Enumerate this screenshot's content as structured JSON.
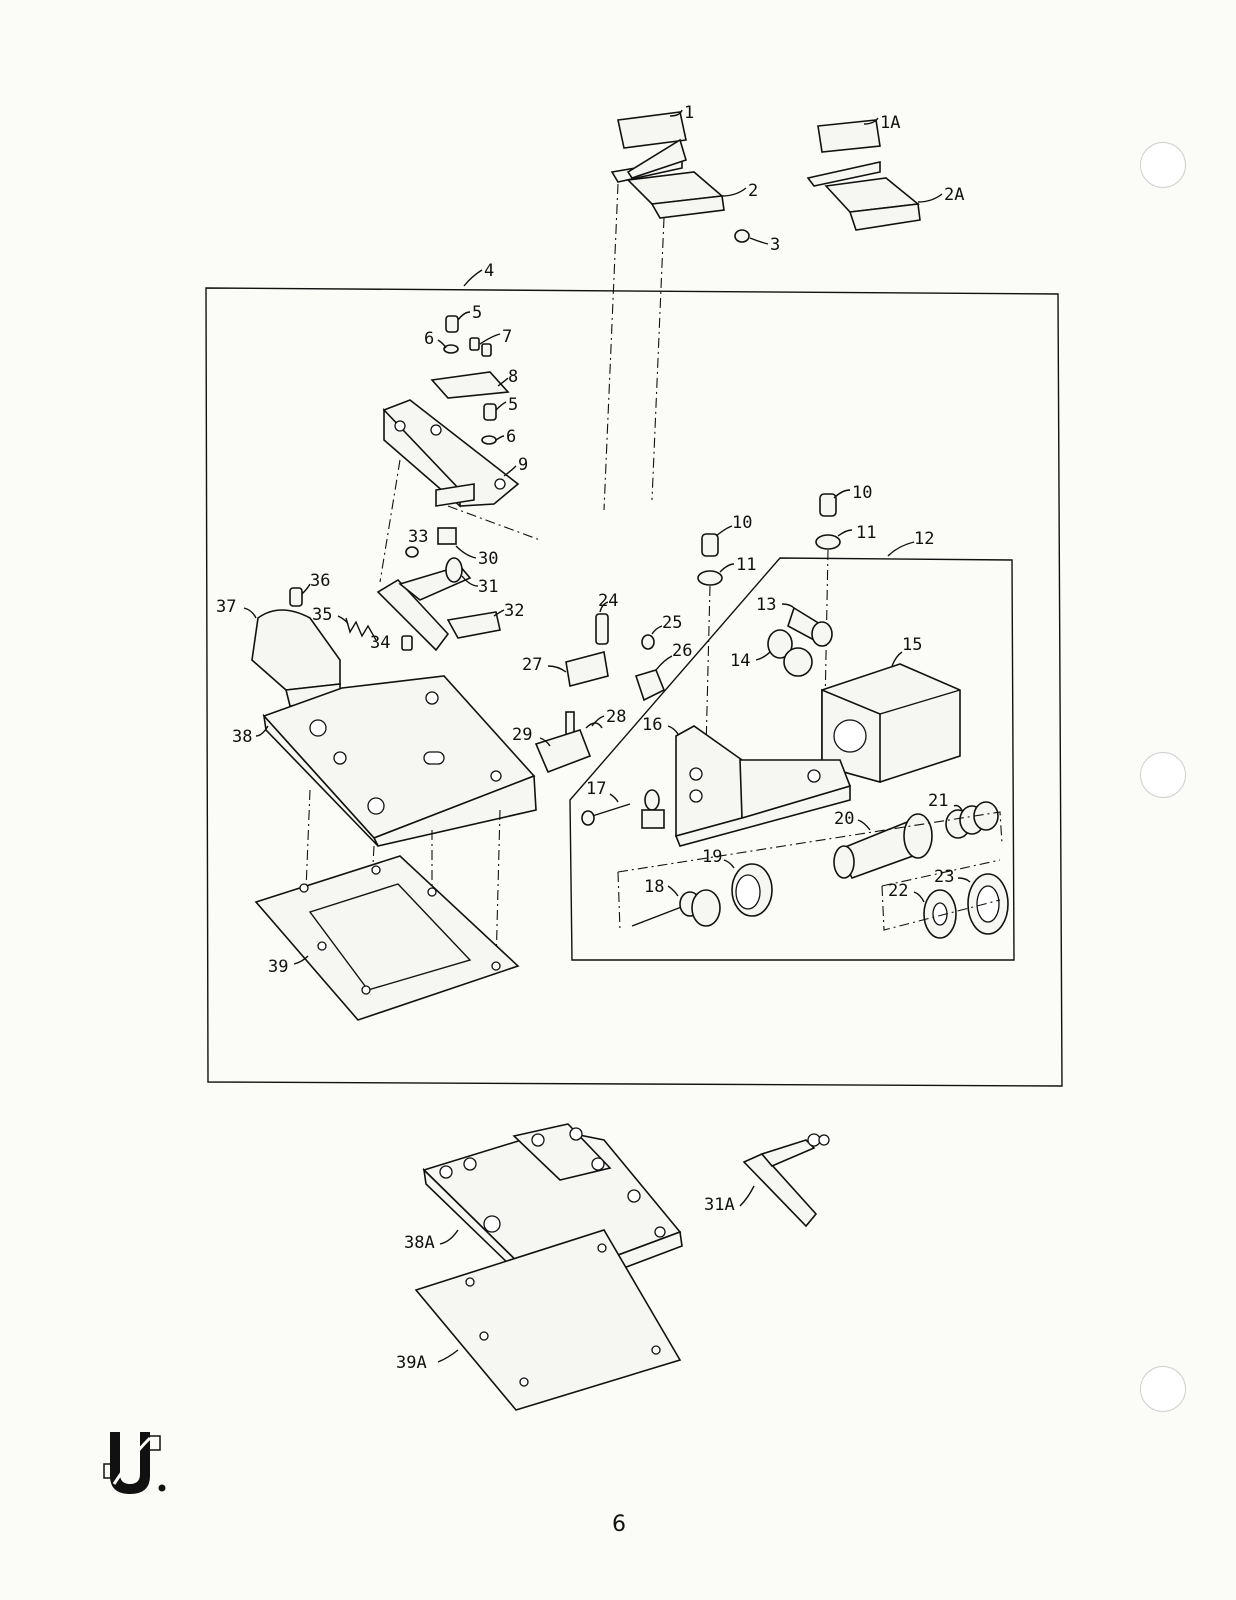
{
  "page_number": "6",
  "logo": {
    "text": "U"
  },
  "callouts": {
    "c1": "1",
    "c1A": "1A",
    "c2": "2",
    "c2A": "2A",
    "c3": "3",
    "c4": "4",
    "c5a": "5",
    "c5b": "5",
    "c6a": "6",
    "c6b": "6",
    "c7": "7",
    "c8": "8",
    "c9": "9",
    "c10a": "10",
    "c10b": "10",
    "c11a": "11",
    "c11b": "11",
    "c12": "12",
    "c13": "13",
    "c14": "14",
    "c15": "15",
    "c16": "16",
    "c17": "17",
    "c18": "18",
    "c19": "19",
    "c20": "20",
    "c21": "21",
    "c22": "22",
    "c23": "23",
    "c24": "24",
    "c25": "25",
    "c26": "26",
    "c27": "27",
    "c28": "28",
    "c29": "29",
    "c30": "30",
    "c31": "31",
    "c31A": "31A",
    "c32": "32",
    "c33": "33",
    "c34": "34",
    "c35": "35",
    "c36": "36",
    "c37": "37",
    "c38": "38",
    "c38A": "38A",
    "c39": "39",
    "c39A": "39A"
  }
}
